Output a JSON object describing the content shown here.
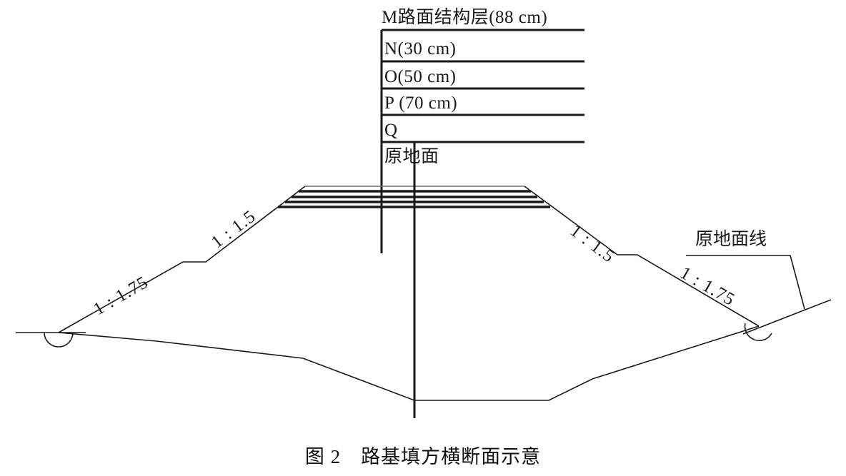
{
  "figure": {
    "caption": "图 2　路基填方横断面示意",
    "caption_number": "图 2",
    "caption_title": "路基填方横断面示意"
  },
  "structure_table": {
    "title": "M路面结构层(88 cm)",
    "rows": [
      {
        "label": "N(30 cm)"
      },
      {
        "label": "O(50 cm)"
      },
      {
        "label": "P (70 cm)"
      },
      {
        "label": "Q"
      },
      {
        "label": "原地面"
      }
    ]
  },
  "slope_labels": {
    "left_upper": "1 : 1.5",
    "left_lower": "1 : 1.75",
    "right_upper": "1 : 1.5",
    "right_lower": "1 : 1.75"
  },
  "annotations": {
    "ground_line": "原地面线"
  },
  "chart_data": {
    "type": "diagram",
    "title": "路基填方横断面示意",
    "subject": "Roadbed fill cross-section schematic",
    "pavement_structure_layers": [
      {
        "code": "M",
        "name": "路面结构层",
        "thickness_cm": 88
      },
      {
        "code": "N",
        "name": "",
        "thickness_cm": 30
      },
      {
        "code": "O",
        "name": "",
        "thickness_cm": 50
      },
      {
        "code": "P",
        "name": "",
        "thickness_cm": 70
      },
      {
        "code": "Q",
        "name": "",
        "thickness_cm": null
      },
      {
        "code": "",
        "name": "原地面",
        "thickness_cm": null
      }
    ],
    "slope_ratios": {
      "upper_bench": "1:1.5",
      "lower_bench": "1:1.75"
    },
    "embankment_fill_layers": 5,
    "benches": 2,
    "annotations": [
      "原地面线"
    ]
  }
}
